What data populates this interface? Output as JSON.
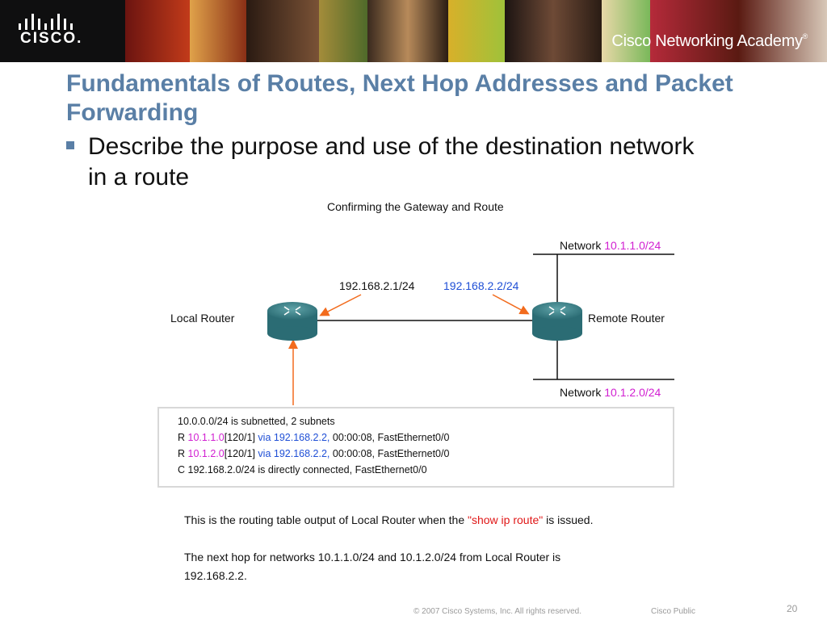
{
  "header": {
    "logo_text": "CISCO.",
    "academy_text": "Cisco Networking Academy",
    "academy_mark": "®"
  },
  "slide": {
    "title": "Fundamentals of Routes, Next Hop Addresses and Packet Forwarding",
    "bullet": "Describe the purpose and use of the destination network in a route"
  },
  "diagram": {
    "title": "Confirming the Gateway and Route",
    "local_router": "Local Router",
    "remote_router": "Remote Router",
    "local_ip": "192.168.2.1/24",
    "remote_ip": "192.168.2.2/24",
    "network_word": "Network",
    "network_top": "10.1.1.0/24",
    "network_bottom": "10.1.2.0/24"
  },
  "routing_table": {
    "line1": "10.0.0.0/24 is subnetted, 2 subnets",
    "r1_code": "R",
    "r1_net": "10.1.1.0",
    "r1_metric": "[120/1]",
    "r1_via": "via 192.168.2.2,",
    "r1_rest": "00:00:08, FastEthernet0/0",
    "r2_code": "R",
    "r2_net": "10.1.2.0",
    "r2_metric": "[120/1]",
    "r2_via": "via 192.168.2.2,",
    "r2_rest": "00:00:08, FastEthernet0/0",
    "line4": "C 192.168.2.0/24 is directly connected, FastEthernet0/0"
  },
  "notes": {
    "note1_pre": "This is the routing table output of Local Router when the ",
    "note1_cmd": "\"show ip route\"",
    "note1_post": " is issued.",
    "note2_a": "The next hop for networks 10.1.1.0/24 and 10.1.2.0/24 from Local Router is",
    "note2_b": "192.168.2.2."
  },
  "footer": {
    "copyright": "© 2007 Cisco Systems, Inc. All rights reserved.",
    "classification": "Cisco Public",
    "page": "20"
  },
  "colors": {
    "title": "#5a7fa6",
    "ip_blue": "#1f4fd6",
    "network_magenta": "#d11fd1",
    "arrow_orange": "#f26b1d",
    "command_red": "#e01717"
  }
}
